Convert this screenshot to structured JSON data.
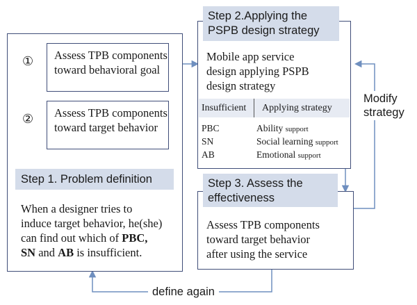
{
  "step1": {
    "item1_number": "①",
    "item1_text": "Assess TPB components toward behavioral goal",
    "item2_number": "②",
    "item2_text": "Assess TPB components toward target behavior",
    "header": "Step 1. Problem definition",
    "body_lines": [
      "When a designer tries to",
      "induce target behavior, he(she)",
      "can find out which of"
    ],
    "body_bold_1": "PBC,",
    "body_bold_2": "SN",
    "body_and": "and",
    "body_bold_3": "AB",
    "body_end": "is insufficient."
  },
  "step2": {
    "header_line1": "Step 2.Applying the",
    "header_line2": "PSPB design strategy",
    "desc_line1": "Mobile app service",
    "desc_line2": "design applying PSPB",
    "desc_line3": "design strategy",
    "col_insufficient": "Insufficient",
    "col_strategy": "Applying strategy",
    "rows": [
      {
        "factor": "PBC",
        "strategy": "Ability",
        "support": "support"
      },
      {
        "factor": "SN",
        "strategy": "Social learning",
        "support": "support"
      },
      {
        "factor": "AB",
        "strategy": "Emotional",
        "support": "support"
      }
    ]
  },
  "step3": {
    "header_line1": "Step 3. Assess the",
    "header_line2": "effectiveness",
    "desc_line1": "Assess TPB components",
    "desc_line2": "toward target behavior",
    "desc_line3": "after using the service"
  },
  "labels": {
    "modify_line1": "Modify",
    "modify_line2": "strategy",
    "define_again": "define again"
  },
  "colors": {
    "frame": "#3f4d78",
    "header_fill": "#d4dcea",
    "arrow": "#6f8fbf",
    "down_arrow": "#b4b4b4"
  }
}
